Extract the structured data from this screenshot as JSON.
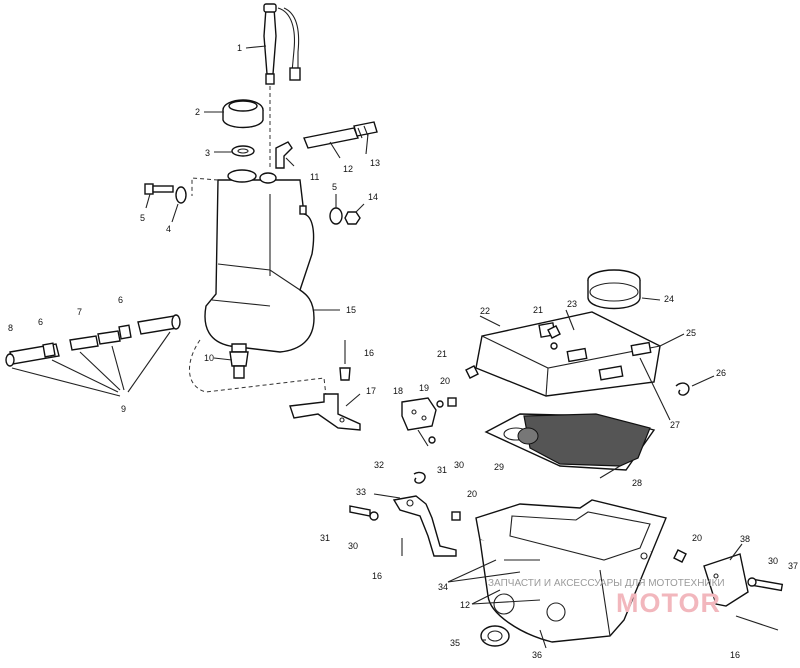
{
  "watermark": {
    "line1": "ЗАПЧАСТИ И АКСЕССУАРЫ ДЛЯ МОТОТЕХНИКИ",
    "line2": "MOTOR"
  },
  "callouts": [
    {
      "id": "c1",
      "text": "1"
    },
    {
      "id": "c2",
      "text": "2"
    },
    {
      "id": "c3",
      "text": "3"
    },
    {
      "id": "c5a",
      "text": "5"
    },
    {
      "id": "c4",
      "text": "4"
    },
    {
      "id": "c11",
      "text": "11"
    },
    {
      "id": "c12",
      "text": "12"
    },
    {
      "id": "c13",
      "text": "13"
    },
    {
      "id": "c5b",
      "text": "5"
    },
    {
      "id": "c14",
      "text": "14"
    },
    {
      "id": "c15",
      "text": "15"
    },
    {
      "id": "c8",
      "text": "8"
    },
    {
      "id": "c6a",
      "text": "6"
    },
    {
      "id": "c7",
      "text": "7"
    },
    {
      "id": "c6b",
      "text": "6"
    },
    {
      "id": "c9",
      "text": "9"
    },
    {
      "id": "c10",
      "text": "10"
    },
    {
      "id": "c16a",
      "text": "16"
    },
    {
      "id": "c17",
      "text": "17"
    },
    {
      "id": "c18",
      "text": "18"
    },
    {
      "id": "c19",
      "text": "19"
    },
    {
      "id": "c20a",
      "text": "20"
    },
    {
      "id": "c21a",
      "text": "21"
    },
    {
      "id": "c21b",
      "text": "21"
    },
    {
      "id": "c22",
      "text": "22"
    },
    {
      "id": "c23",
      "text": "23"
    },
    {
      "id": "c24",
      "text": "24"
    },
    {
      "id": "c25",
      "text": "25"
    },
    {
      "id": "c26",
      "text": "26"
    },
    {
      "id": "c27",
      "text": "27"
    },
    {
      "id": "c28",
      "text": "28"
    },
    {
      "id": "c29",
      "text": "29"
    },
    {
      "id": "c30a",
      "text": "30"
    },
    {
      "id": "c31a",
      "text": "31"
    },
    {
      "id": "c32",
      "text": "32"
    },
    {
      "id": "c33",
      "text": "33"
    },
    {
      "id": "c20b",
      "text": "20"
    },
    {
      "id": "c31b",
      "text": "31"
    },
    {
      "id": "c30b",
      "text": "30"
    },
    {
      "id": "c16b",
      "text": "16"
    },
    {
      "id": "c34",
      "text": "34"
    },
    {
      "id": "c12b",
      "text": "12"
    },
    {
      "id": "c35",
      "text": "35"
    },
    {
      "id": "c36",
      "text": "36"
    },
    {
      "id": "c20c",
      "text": "20"
    },
    {
      "id": "c38",
      "text": "38"
    },
    {
      "id": "c30c",
      "text": "30"
    },
    {
      "id": "c37",
      "text": "37"
    },
    {
      "id": "c16c",
      "text": "16"
    }
  ]
}
